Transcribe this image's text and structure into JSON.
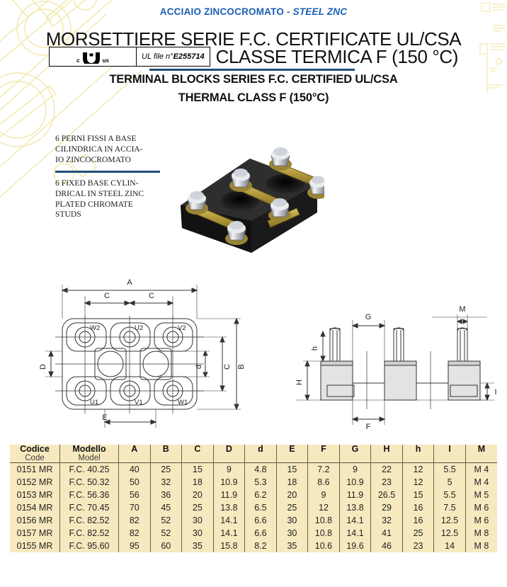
{
  "header": {
    "kicker_it": "ACCIAIO ZINCOCROMATO",
    "kicker_sep": " - ",
    "kicker_en": "STEEL ZNC",
    "title_it_line1": "MORSETTIERE SERIE F.C. CERTIFICATE UL/CSA",
    "title_it_line2_tail": "CLASSE TERMICA F (150 °C)",
    "ul_mark_c": "c",
    "ul_mark_logo": "UL",
    "ul_mark_us": "us",
    "ul_file_prefix": "UL file n°",
    "ul_file_number": "E255714",
    "title_en_line1": "TERMINAL BLOCKS SERIES F.C. CERTIFIED UL/CSA",
    "title_en_line2": "THERMAL CLASS F (150°C)"
  },
  "description": {
    "italian": "6 PERNI FISSI A BASE CILINDRICA IN ACCIA-IO ZINCOCROMATO",
    "italian_lines": [
      "6 PERNI FISSI A BASE",
      "CILINDRICA IN ACCIA-",
      "IO ZINCOCROMATO"
    ],
    "english_lines": [
      "6 FIXED BASE CYLIN-",
      "DRICAL IN STEEL ZINC",
      "PLATED CHROMATE",
      "STUDS"
    ],
    "english": "6 FIXED BASE CYLINDRICAL IN STEEL ZINC PLATED CHROMATE STUDS"
  },
  "drawings": {
    "top_view": {
      "name": "top-view-drawing",
      "dimension_labels": [
        "A",
        "C",
        "C",
        "B",
        "D",
        "d",
        "E"
      ],
      "terminal_labels_top": [
        "W2",
        "U2",
        "V2"
      ],
      "terminal_labels_bottom": [
        "U1",
        "V1",
        "W1"
      ]
    },
    "side_view": {
      "name": "side-view-drawing",
      "dimension_labels": [
        "H",
        "h",
        "G",
        "M",
        "F",
        "I"
      ]
    }
  },
  "table": {
    "headers": [
      {
        "it": "Codice",
        "en": "Code"
      },
      {
        "it": "Modello",
        "en": "Model"
      },
      {
        "it": "A",
        "en": ""
      },
      {
        "it": "B",
        "en": ""
      },
      {
        "it": "C",
        "en": ""
      },
      {
        "it": "D",
        "en": ""
      },
      {
        "it": "d",
        "en": ""
      },
      {
        "it": "E",
        "en": ""
      },
      {
        "it": "F",
        "en": ""
      },
      {
        "it": "G",
        "en": ""
      },
      {
        "it": "H",
        "en": ""
      },
      {
        "it": "h",
        "en": ""
      },
      {
        "it": "I",
        "en": ""
      },
      {
        "it": "M",
        "en": ""
      }
    ],
    "rows": [
      [
        "0151 MR",
        "F.C. 40.25",
        "40",
        "25",
        "15",
        "9",
        "4.8",
        "15",
        "7.2",
        "9",
        "22",
        "12",
        "5.5",
        "M 4"
      ],
      [
        "0152 MR",
        "F.C. 50.32",
        "50",
        "32",
        "18",
        "10.9",
        "5.3",
        "18",
        "8.6",
        "10.9",
        "23",
        "12",
        "5",
        "M 4"
      ],
      [
        "0153 MR",
        "F.C. 56.36",
        "56",
        "36",
        "20",
        "11.9",
        "6.2",
        "20",
        "9",
        "11.9",
        "26.5",
        "15",
        "5.5",
        "M 5"
      ],
      [
        "0154 MR",
        "F.C. 70.45",
        "70",
        "45",
        "25",
        "13.8",
        "6.5",
        "25",
        "12",
        "13.8",
        "29",
        "16",
        "7.5",
        "M 6"
      ],
      [
        "0156 MR",
        "F.C. 82.52",
        "82",
        "52",
        "30",
        "14.1",
        "6.6",
        "30",
        "10.8",
        "14.1",
        "32",
        "16",
        "12.5",
        "M 6"
      ],
      [
        "0157 MR",
        "F.C. 82.52",
        "82",
        "52",
        "30",
        "14.1",
        "6.6",
        "30",
        "10.8",
        "14.1",
        "41",
        "25",
        "12.5",
        "M 8"
      ],
      [
        "0155 MR",
        "F.C. 95.60",
        "95",
        "60",
        "35",
        "15.8",
        "8.2",
        "35",
        "10.6",
        "19.6",
        "46",
        "23",
        "14",
        "M 8"
      ]
    ]
  },
  "colors": {
    "accent_blue": "#1a5fb4",
    "rule_blue": "#1f4e79",
    "table_bg": "#f7e9bf",
    "table_line": "#55503c",
    "watermark": "#f5edb8"
  }
}
